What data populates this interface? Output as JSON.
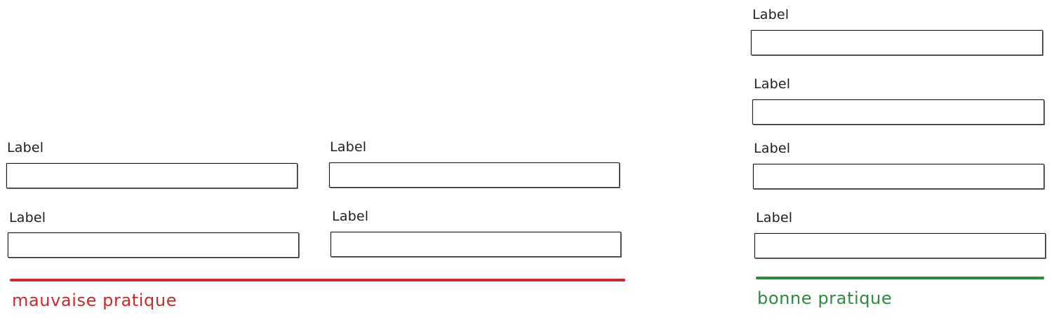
{
  "colors": {
    "bad": "#c92a2a",
    "good": "#2b8a3e",
    "ink": "#1e1e1e"
  },
  "bad_example": {
    "fields": [
      {
        "label": "Label",
        "value": ""
      },
      {
        "label": "Label",
        "value": ""
      },
      {
        "label": "Label",
        "value": ""
      },
      {
        "label": "Label",
        "value": ""
      }
    ],
    "caption": "mauvaise pratique"
  },
  "good_example": {
    "fields": [
      {
        "label": "Label",
        "value": ""
      },
      {
        "label": "Label",
        "value": ""
      },
      {
        "label": "Label",
        "value": ""
      },
      {
        "label": "Label",
        "value": ""
      }
    ],
    "caption": "bonne pratique"
  }
}
